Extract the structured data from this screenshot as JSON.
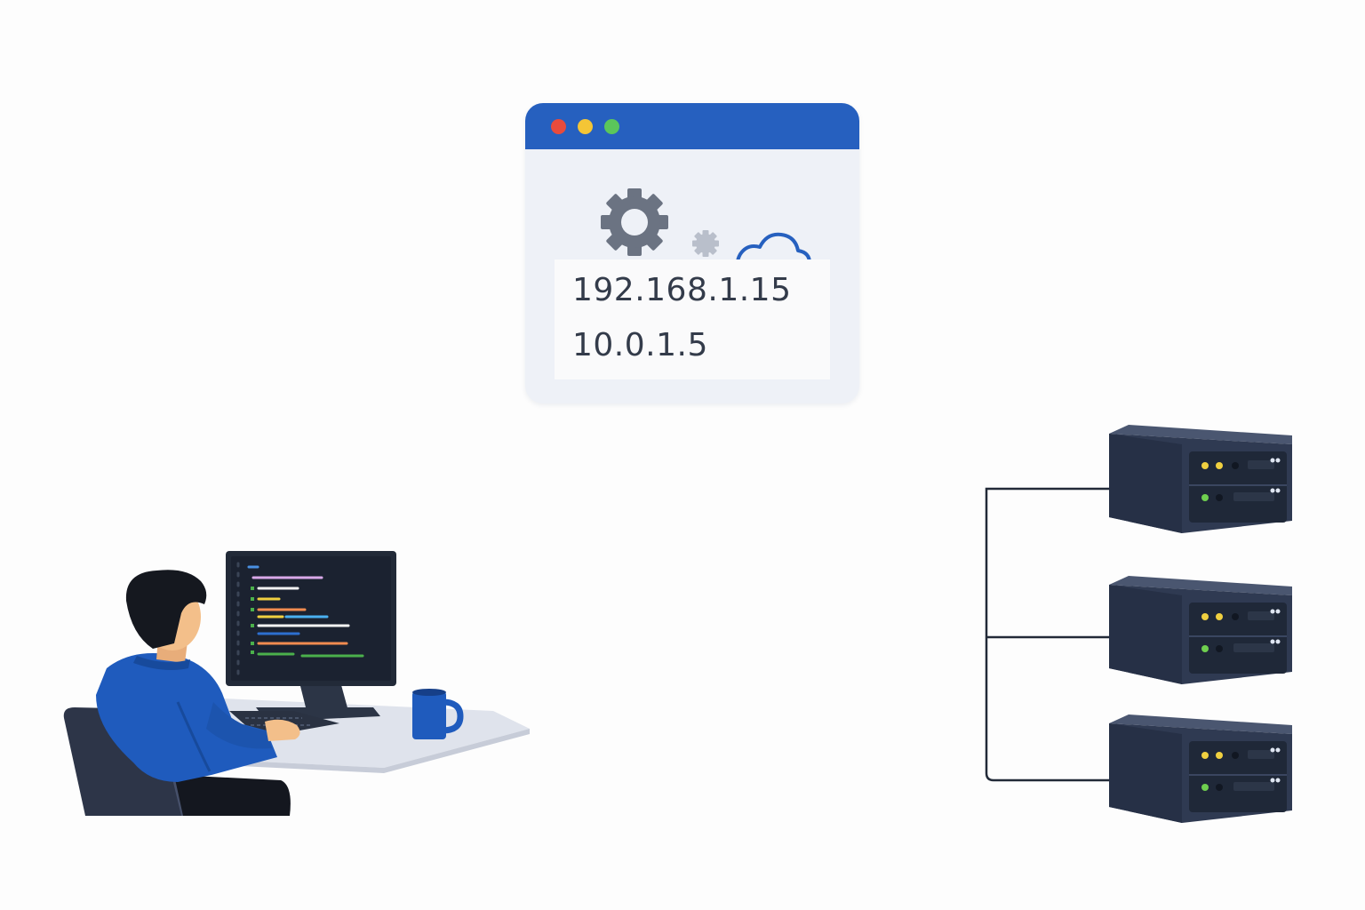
{
  "config_window": {
    "controls": [
      "close",
      "minimize",
      "maximize"
    ],
    "icons": [
      "gear-icon",
      "small-cloud-icon",
      "small-gear-icon",
      "cloud-icon"
    ],
    "ip_addresses": [
      "192.168.1.15",
      "10.0.1.5"
    ]
  },
  "developer": {
    "icons": [
      "developer-person",
      "desk",
      "monitor",
      "keyboard",
      "coffee-mug",
      "chair"
    ]
  },
  "servers": {
    "count": 3,
    "icons": [
      "server-unit",
      "server-unit",
      "server-unit"
    ]
  },
  "colors": {
    "accent_blue": "#2660bf",
    "server_dark": "#2f3a52",
    "light_green": "#5bc65b",
    "indicator_yellow": "#f0d040"
  }
}
